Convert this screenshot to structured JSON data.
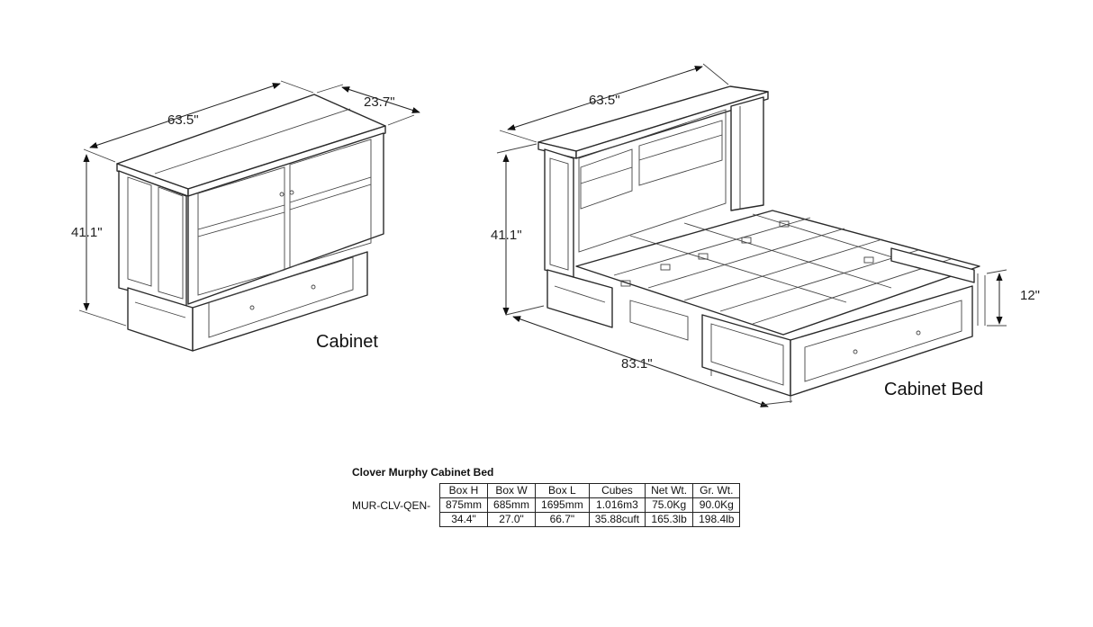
{
  "cabinet_view": {
    "width_label": "63.5\"",
    "depth_label": "23.7\"",
    "height_label": "41.1\"",
    "caption": "Cabinet"
  },
  "bed_view": {
    "width_label": "63.5\"",
    "height_label": "41.1\"",
    "length_label": "83.1\"",
    "clearance_label": "12\"",
    "caption": "Cabinet Bed"
  },
  "spec_table": {
    "title": "Clover Murphy Cabinet Bed",
    "model": "MUR-CLV-QEN-",
    "headers": [
      "Box H",
      "Box W",
      "Box L",
      "Cubes",
      "Net Wt.",
      "Gr. Wt."
    ],
    "rows": [
      [
        "875mm",
        "685mm",
        "1695mm",
        "1.016m3",
        "75.0Kg",
        "90.0Kg"
      ],
      [
        "34.4\"",
        "27.0\"",
        "66.7\"",
        "35.88cuft",
        "165.3lb",
        "198.4lb"
      ]
    ]
  }
}
